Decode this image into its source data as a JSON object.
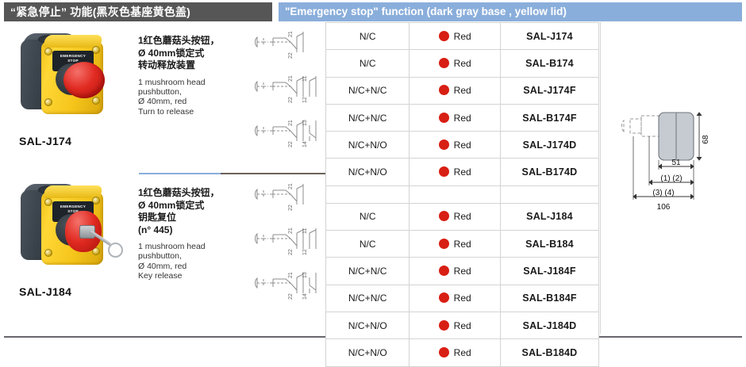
{
  "header": {
    "chinese": "“紧急停止” 功能(黑灰色基座黄色盖)",
    "english": "\"Emergency stop\" function (dark gray base , yellow lid)"
  },
  "groups": [
    {
      "id": "sal-j174",
      "caption": "SAL-J174",
      "plate_line1": "EMERGENCY",
      "plate_line2": "STOP",
      "desc_cn": "1红色蘑菇头按钮，\nØ 40mm锁定式\n转动释放装置",
      "desc_en": "1 mushroom head\npushbutton,\nØ 40mm, red\nTurn to release",
      "rows": [
        {
          "contact": "N/C",
          "color": "Red",
          "model": "SAL-J174"
        },
        {
          "contact": "N/C",
          "color": "Red",
          "model": "SAL-B174"
        },
        {
          "contact": "N/C+N/C",
          "color": "Red",
          "model": "SAL-J174F"
        },
        {
          "contact": "N/C+N/C",
          "color": "Red",
          "model": "SAL-B174F"
        },
        {
          "contact": "N/C+N/O",
          "color": "Red",
          "model": "SAL-J174D"
        },
        {
          "contact": "N/C+N/O",
          "color": "Red",
          "model": "SAL-B174D"
        }
      ]
    },
    {
      "id": "sal-j184",
      "caption": "SAL-J184",
      "plate_line1": "EMERGENCY",
      "plate_line2": "STOP",
      "desc_cn": "1红色蘑菇头按钮，\nØ 40mm锁定式\n钥匙复位\n(n°  445)",
      "desc_en": "1 mushroom head\npushbutton,\nØ 40mm, red\nKey release",
      "rows": [
        {
          "contact": "N/C",
          "color": "Red",
          "model": "SAL-J184"
        },
        {
          "contact": "N/C",
          "color": "Red",
          "model": "SAL-B184"
        },
        {
          "contact": "N/C+N/C",
          "color": "Red",
          "model": "SAL-J184F"
        },
        {
          "contact": "N/C+N/C",
          "color": "Red",
          "model": "SAL-B184F"
        },
        {
          "contact": "N/C+N/O",
          "color": "Red",
          "model": "SAL-J184D"
        },
        {
          "contact": "N/C+N/O",
          "color": "Red",
          "model": "SAL-B184D"
        }
      ]
    }
  ],
  "schematics": [
    {
      "id": "nc",
      "terminals": [
        "21",
        "22"
      ]
    },
    {
      "id": "nc-nc",
      "terminals": [
        "21",
        "22",
        "11",
        "12"
      ]
    },
    {
      "id": "nc-no",
      "terminals": [
        "21",
        "22",
        "13",
        "14"
      ]
    }
  ],
  "dimensions": {
    "height": "68",
    "width_body": "51",
    "mount_1_2": "(1) (2)",
    "mount_3_4": "(3) (4)",
    "total": "106"
  },
  "colors": {
    "header_cn_bg": "#565656",
    "header_en_bg": "#8aaedb",
    "lid_yellow": "#f5c51b",
    "base_gray": "#39414a",
    "button_red": "#d81f14",
    "rule_gray": "#6a666d"
  }
}
